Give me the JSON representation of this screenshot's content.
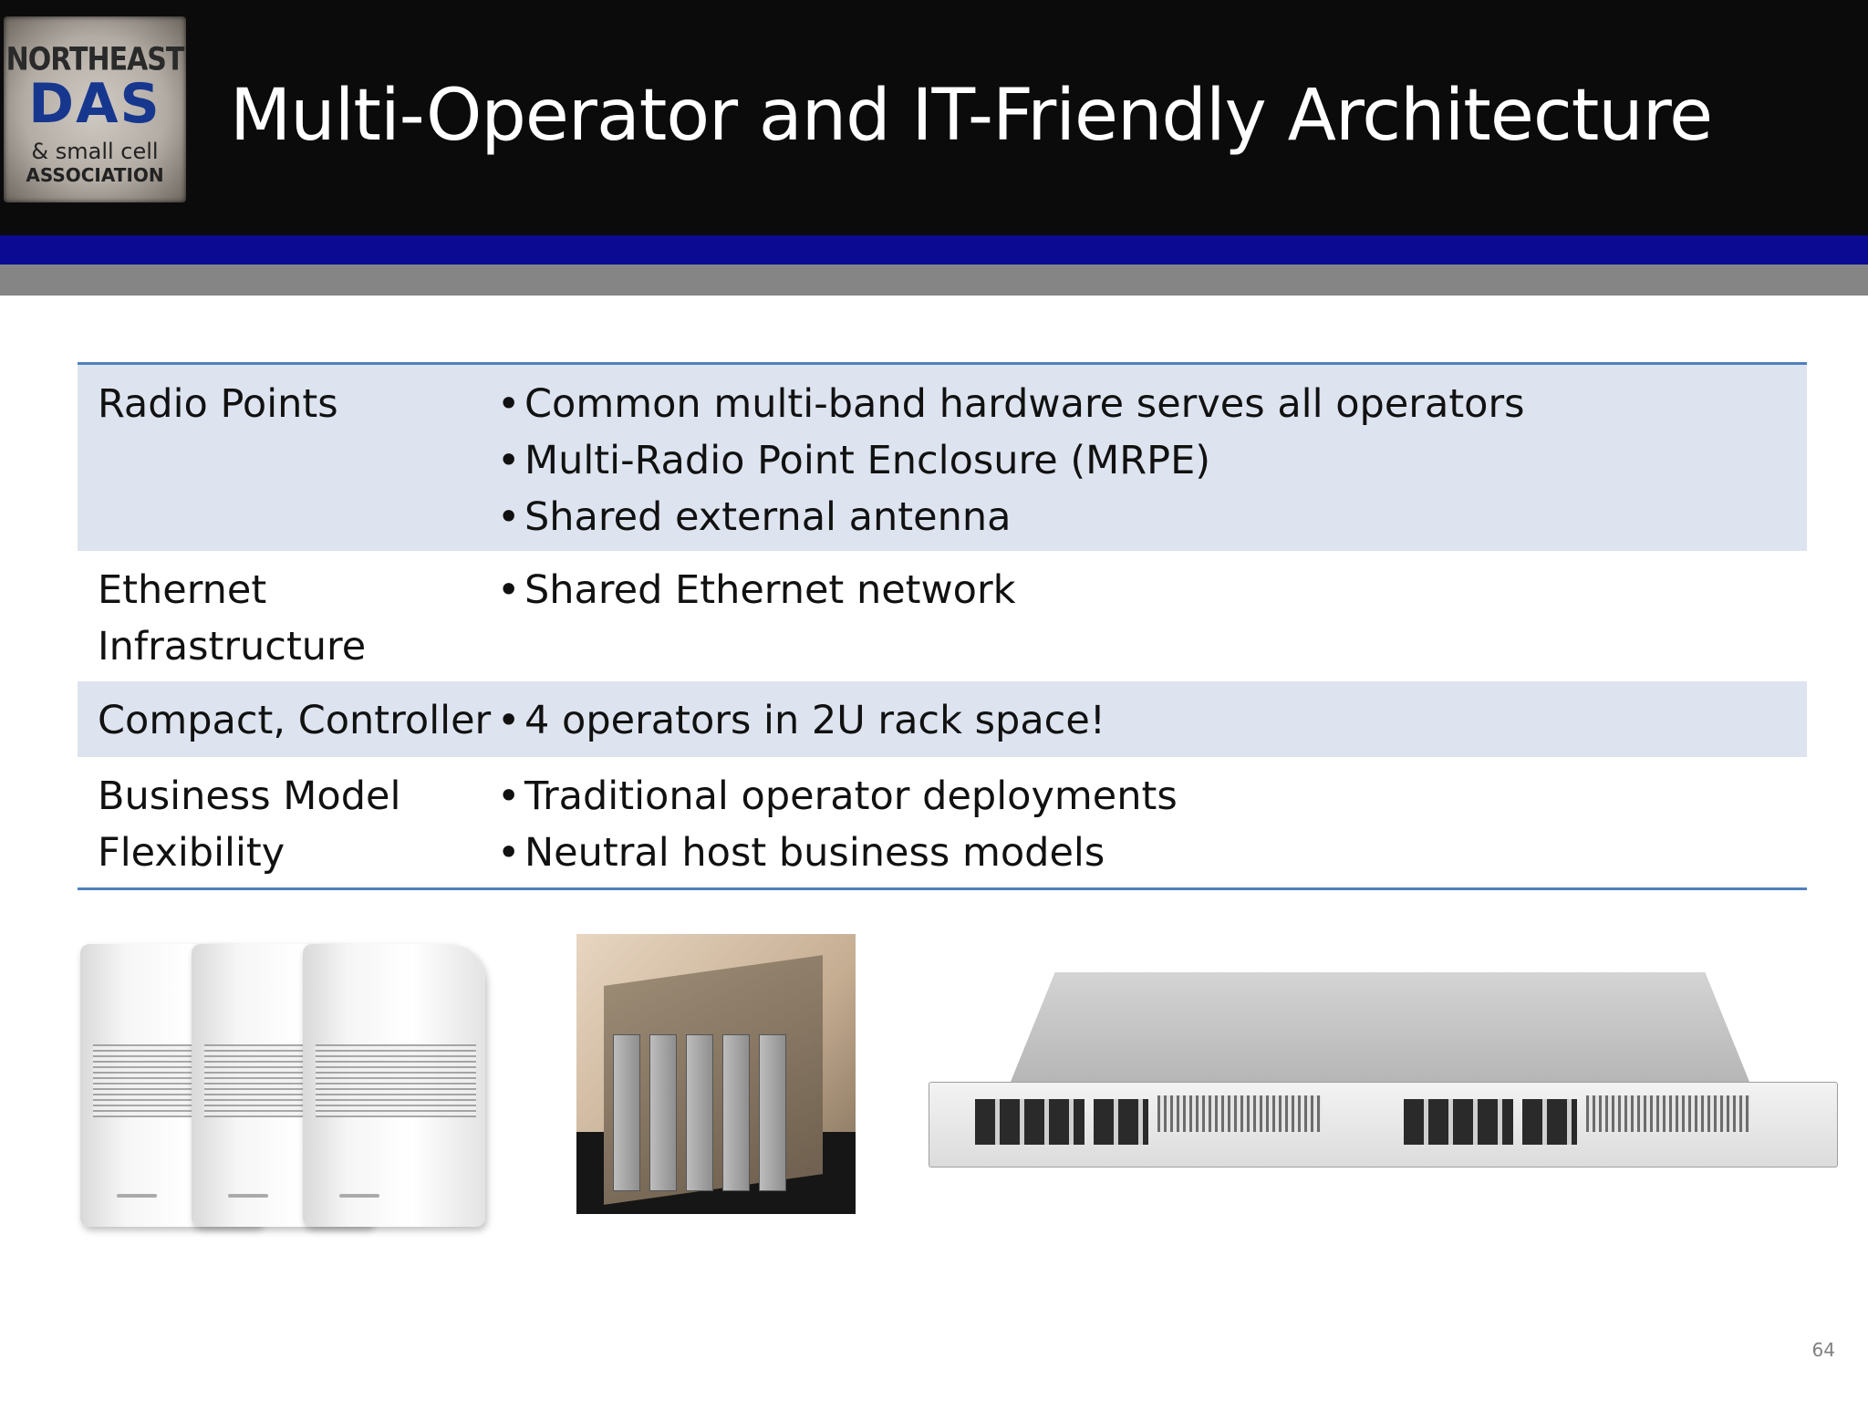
{
  "header": {
    "title": "Multi-Operator and IT-Friendly Architecture",
    "logo": {
      "line1": "NORTHEAST",
      "line2": "DAS",
      "line3": "& small cell",
      "line4": "ASSOCIATION"
    }
  },
  "table": {
    "rows": [
      {
        "label": "Radio Points",
        "items": [
          "Common multi-band hardware serves all operators",
          "Multi-Radio Point Enclosure (MRPE)",
          "Shared external antenna"
        ]
      },
      {
        "label_lines": [
          "Ethernet",
          "Infrastructure"
        ],
        "items": [
          "Shared Ethernet network"
        ]
      },
      {
        "label": "Compact, Controller",
        "items": [
          "4 operators in 2U rack space!"
        ]
      },
      {
        "label_lines": [
          "Business Model",
          "Flexibility"
        ],
        "items": [
          "Traditional operator deployments",
          "Neutral host business models"
        ]
      }
    ],
    "bullet": "•"
  },
  "footer": {
    "page_number": "64"
  }
}
